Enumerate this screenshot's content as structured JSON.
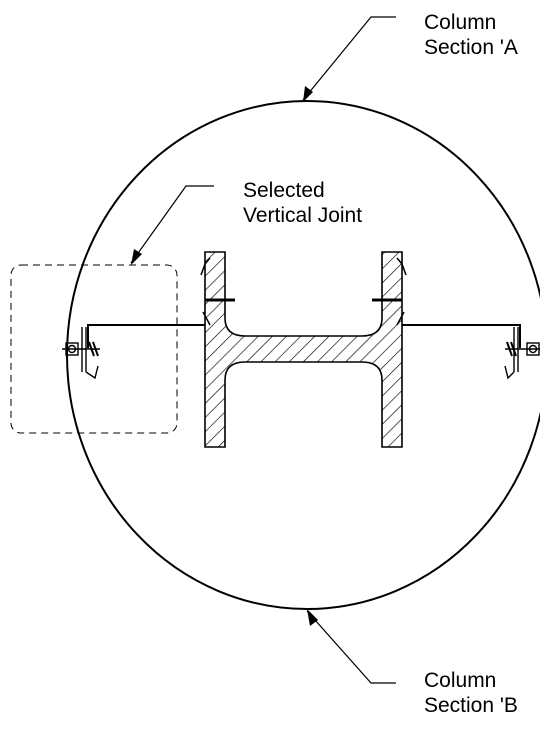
{
  "labels": {
    "column_a": [
      "Column",
      "Section 'A"
    ],
    "selected_joint": [
      "Selected",
      "Vertical Joint"
    ],
    "column_b": [
      "Column",
      "Section 'B"
    ]
  },
  "colors": {
    "line": "#000000",
    "background": "#ffffff"
  }
}
